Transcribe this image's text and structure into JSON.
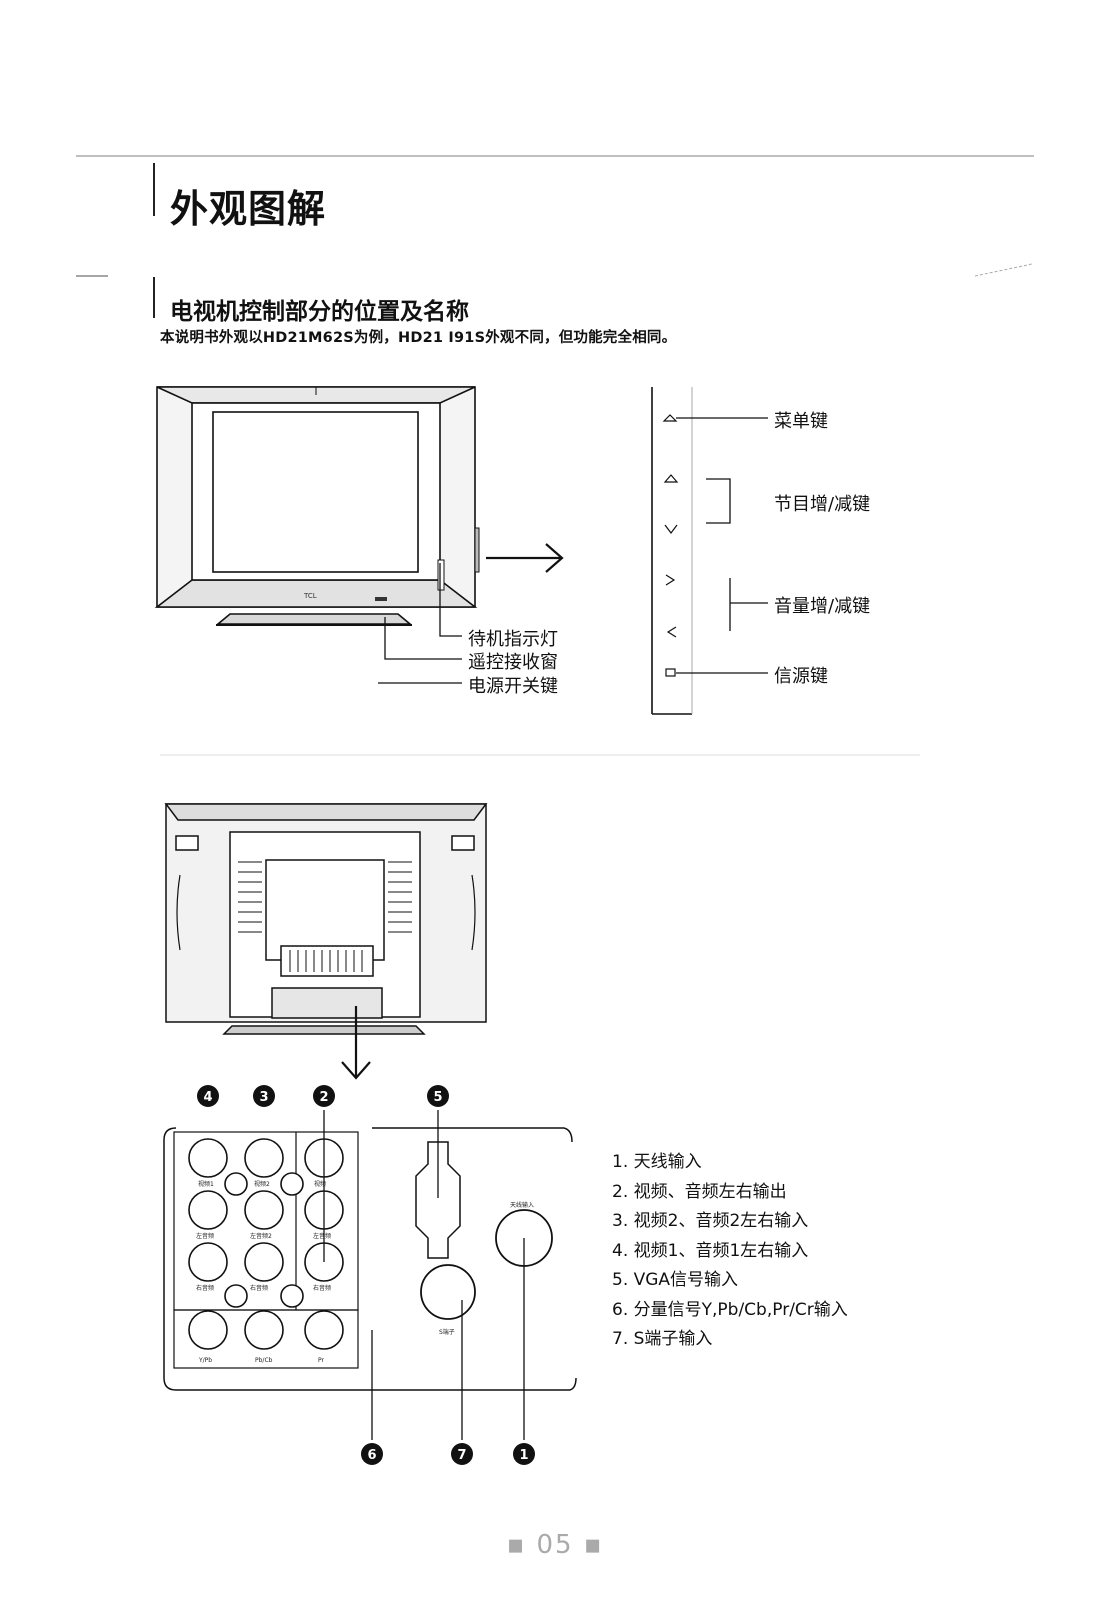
{
  "page": {
    "title": "外观图解",
    "section_title": "电视机控制部分的位置及名称",
    "note": "本说明书外观以HD21M62S为例，HD21 I91S外观不同，但功能完全相同。",
    "page_number": "05"
  },
  "front_labels": {
    "standby_indicator": "待机指示灯",
    "remote_receiver": "遥控接收窗",
    "power_switch": "电源开关键"
  },
  "side_buttons": {
    "menu": "菜单键",
    "program": "节目增/减键",
    "volume": "音量增/减键",
    "source": "信源键"
  },
  "rear_callouts": [
    "4",
    "3",
    "2",
    "5",
    "6",
    "7",
    "1"
  ],
  "ports_list": [
    "1. 天线输入",
    "2. 视频、音频左右输出",
    "3. 视频2、音频2左右输入",
    "4. 视频1、音频1左右输入",
    "5. VGA信号输入",
    "6. 分量信号Y,Pb/Cb,Pr/Cr输入",
    "7. S端子输入"
  ]
}
